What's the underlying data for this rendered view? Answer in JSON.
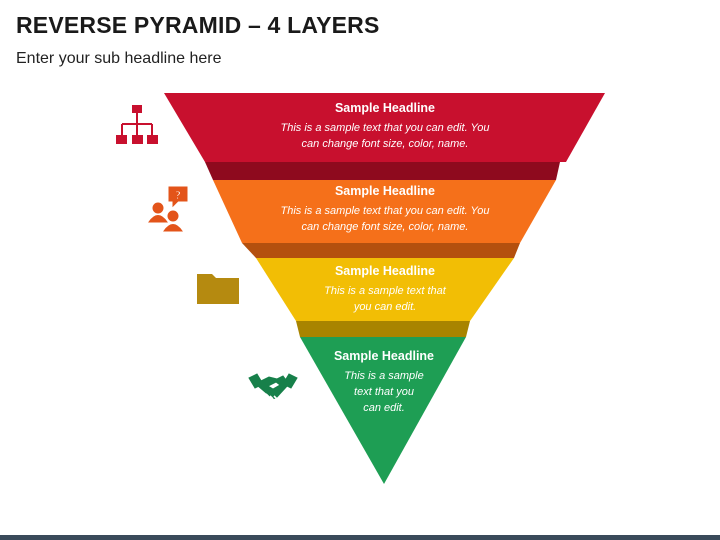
{
  "title": "REVERSE PYRAMID – 4 LAYERS",
  "subtitle": "Enter your sub headline here",
  "layers": [
    {
      "headline": "Sample Headline",
      "text_lines": [
        "This is a sample text that you can edit. You",
        "can change font size, color, name."
      ],
      "color": "#C8102E",
      "shade": "#8E0A1E",
      "icon": "org-chart-icon",
      "icon_color": "#C8102E"
    },
    {
      "headline": "Sample Headline",
      "text_lines": [
        "This is a sample text that you can edit. You",
        "can change font size, color, name."
      ],
      "color": "#F5701A",
      "shade": "#B4500E",
      "icon": "user-question-icon",
      "icon_color": "#E3541A"
    },
    {
      "headline": "Sample Headline",
      "text_lines": [
        "This is a sample text that",
        "you can edit."
      ],
      "color": "#F2BE05",
      "shade": "#A88400",
      "icon": "folder-icon",
      "icon_color": "#B58A10"
    },
    {
      "headline": "Sample Headline",
      "text_lines": [
        "This is a sample",
        "text that you",
        "can edit."
      ],
      "color": "#1E9E54",
      "shade": "#12703A",
      "icon": "handshake-icon",
      "icon_color": "#17804A"
    }
  ]
}
